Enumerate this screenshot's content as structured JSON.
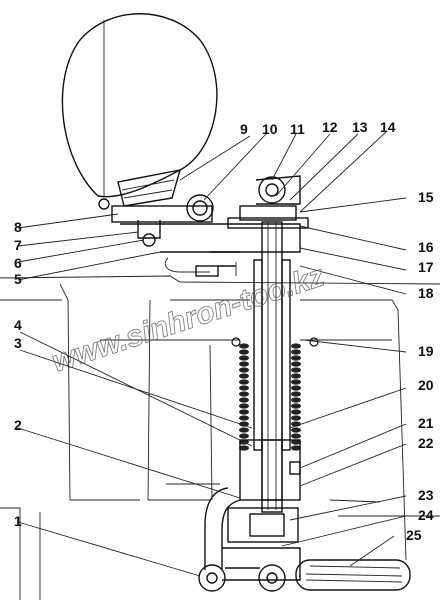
{
  "watermark": "www.sinhron-too.kz",
  "colors": {
    "ink": "#111111",
    "paper": "#ffffff",
    "watermark": "#555555"
  },
  "callouts": {
    "c1": "1",
    "c2": "2",
    "c3": "3",
    "c4": "4",
    "c5": "5",
    "c6": "6",
    "c7": "7",
    "c8": "8",
    "c9": "9",
    "c10": "10",
    "c11": "11",
    "c12": "12",
    "c13": "13",
    "c14": "14",
    "c15": "15",
    "c16": "16",
    "c17": "17",
    "c18": "18",
    "c19": "19",
    "c20": "20",
    "c21": "21",
    "c22": "22",
    "c23": "23",
    "c24": "24",
    "c25": "25"
  }
}
